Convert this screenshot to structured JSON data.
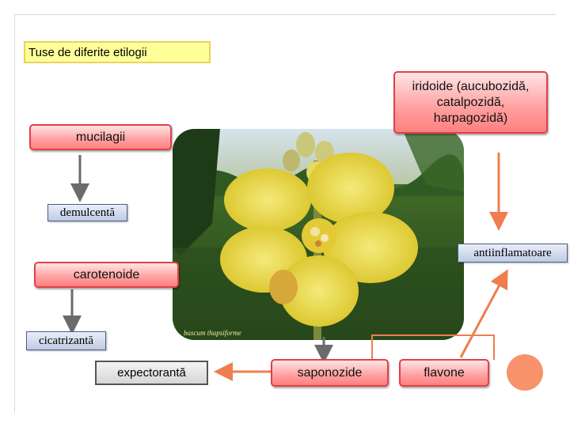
{
  "title": "Tuse de diferite etilogii",
  "nodes": {
    "mucilagii": "mucilagii",
    "iridoide": [
      "iridoide (aucubozidă,",
      "catalpozidă,",
      "harpagozidă)"
    ],
    "carotenoide": "carotenoide",
    "saponozide": "saponozide",
    "flavone": "flavone"
  },
  "effects": {
    "demulcenta": "demulcentă",
    "antiinflamatoare": "antiinflamatoare",
    "cicatrizanta": "cicatrizantă",
    "expectoranta": "expectorantă"
  },
  "photo": {
    "caption": "bascum thapsiforme",
    "subject": "yellow-flower-photo"
  },
  "colors": {
    "title_fill": "#ffff99",
    "node_fill": "#ff9f9f",
    "node_border": "#e0404a",
    "effect_fill": "#bfcbe4",
    "arrow_grey": "#6b6b6b",
    "arrow_orange": "#ef7d4f",
    "accent_dot": "#f7926a"
  }
}
